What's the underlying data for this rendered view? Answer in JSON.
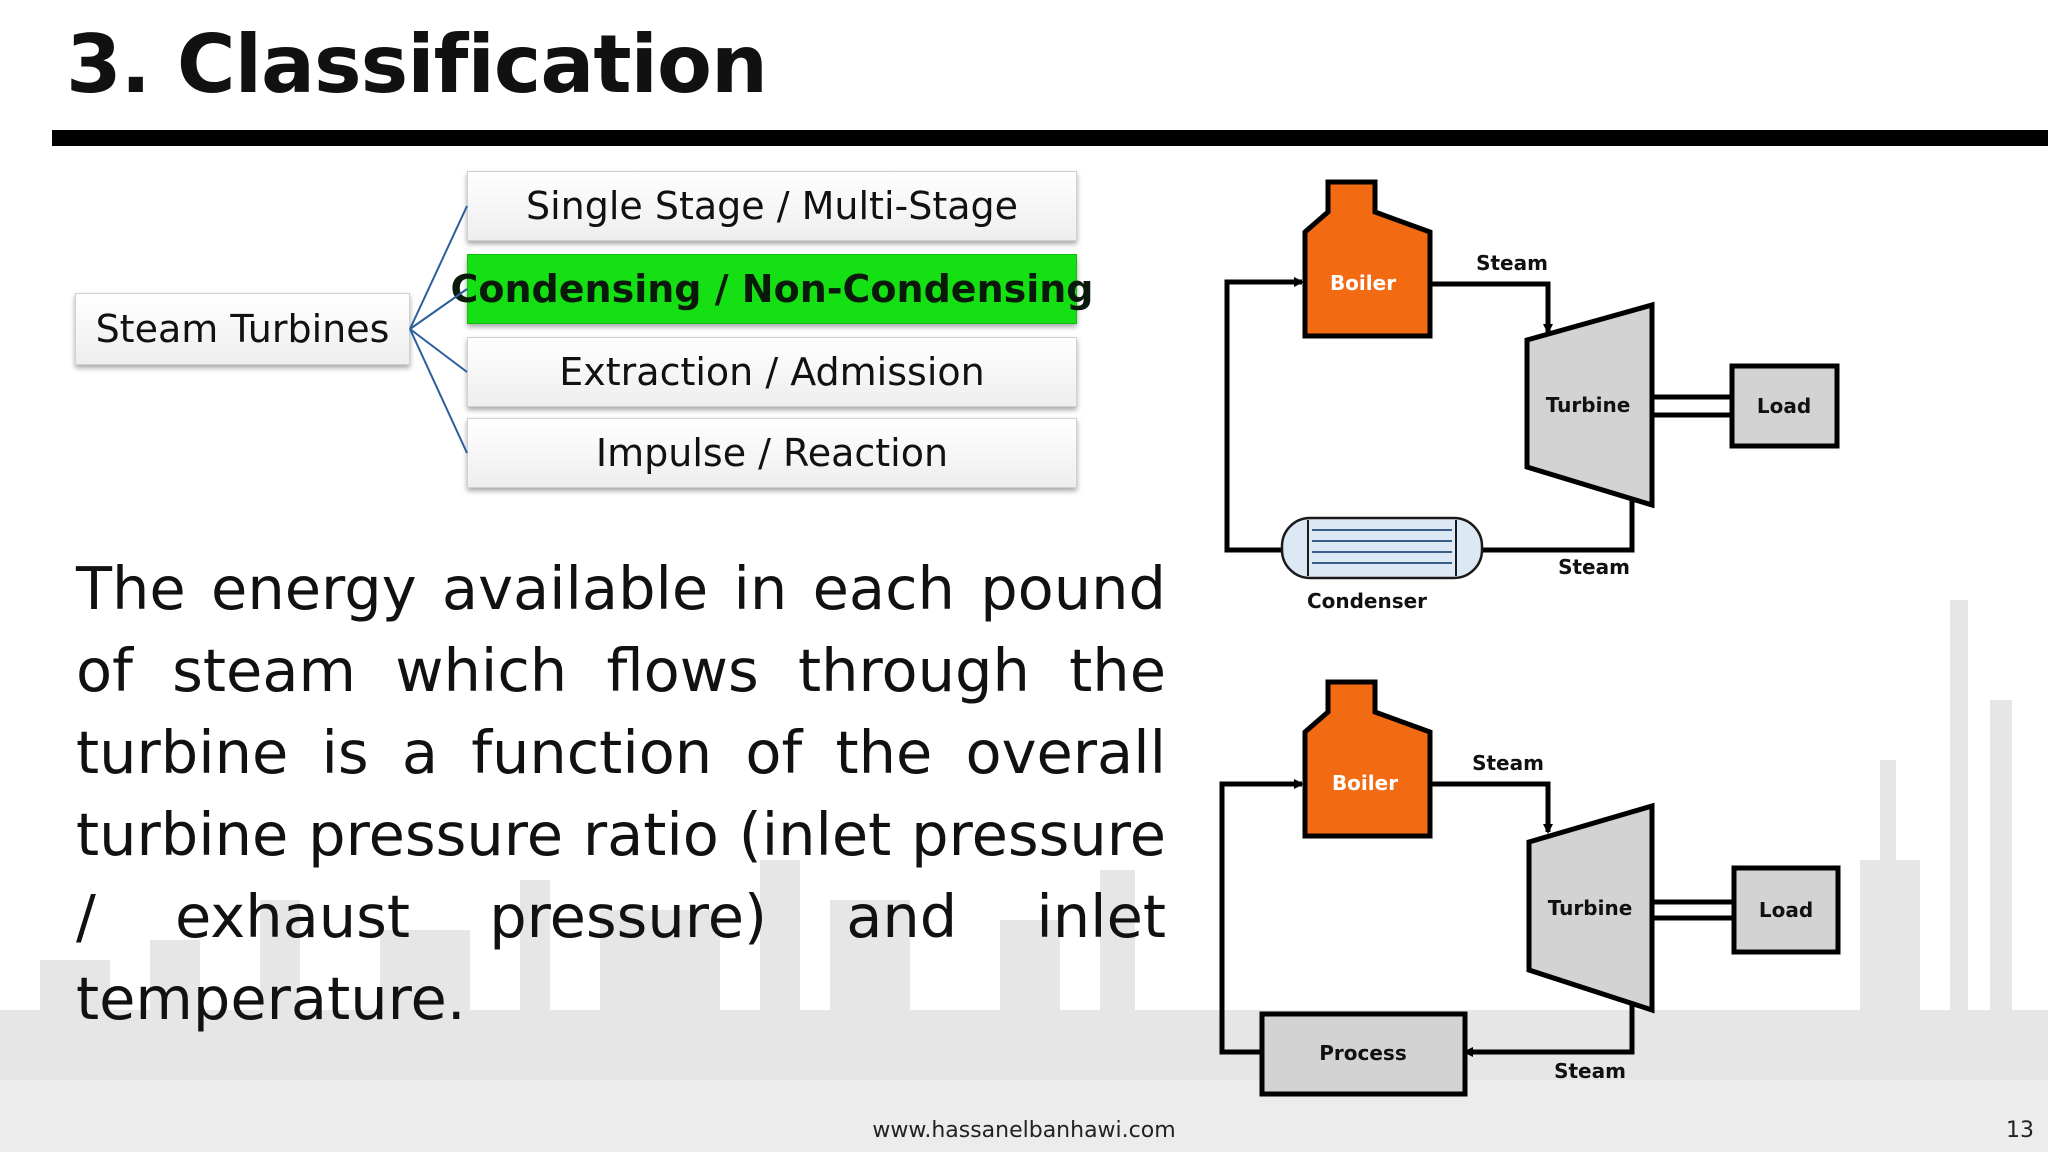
{
  "slide": {
    "title": "3. Classification",
    "footer_url": "www.hassanelbanhawi.com",
    "page_number": "13"
  },
  "tree": {
    "root_label": "Steam Turbines",
    "categories": [
      {
        "label": "Single Stage / Multi-Stage",
        "highlighted": false
      },
      {
        "label": "Condensing / Non-Condensing",
        "highlighted": true
      },
      {
        "label": "Extraction / Admission",
        "highlighted": false
      },
      {
        "label": "Impulse / Reaction",
        "highlighted": false
      }
    ],
    "highlight_color": "#14e014"
  },
  "body_text": "The energy available in each pound of steam which flows through the turbine is a function of the overall turbine pressure ratio (inlet pressure / exhaust pressure) and inlet temperature.",
  "diagrams": {
    "condensing": {
      "boiler_label": "Boiler",
      "steam_in_label": "Steam",
      "turbine_label": "Turbine",
      "load_label": "Load",
      "steam_out_label": "Steam",
      "sink_label": "Condenser"
    },
    "non_condensing": {
      "boiler_label": "Boiler",
      "steam_in_label": "Steam",
      "turbine_label": "Turbine",
      "load_label": "Load",
      "steam_out_label": "Steam",
      "sink_label": "Process"
    },
    "colors": {
      "boiler": "#f26b12",
      "turbine": "#d3d3d3",
      "condenser": "#dde8f5",
      "line": "#000000"
    }
  }
}
